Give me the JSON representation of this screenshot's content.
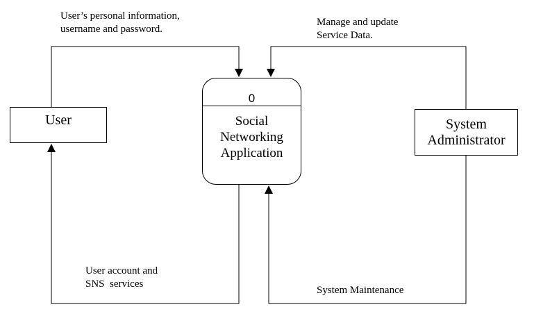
{
  "process": {
    "id": "0",
    "name_lines": [
      "Social",
      "Networking",
      "Application"
    ]
  },
  "entities": {
    "user": "User",
    "admin_lines": [
      "System",
      "Administrator"
    ]
  },
  "flows": {
    "user_to_system_lines": [
      "User’s personal information,",
      "username and password."
    ],
    "admin_to_system_lines": [
      "Manage and update",
      "Service Data."
    ],
    "system_to_user_lines": [
      "User account and",
      "SNS  services"
    ],
    "system_to_admin": "System Maintenance"
  },
  "colors": {
    "line": "#000000",
    "background": "#ffffff"
  }
}
